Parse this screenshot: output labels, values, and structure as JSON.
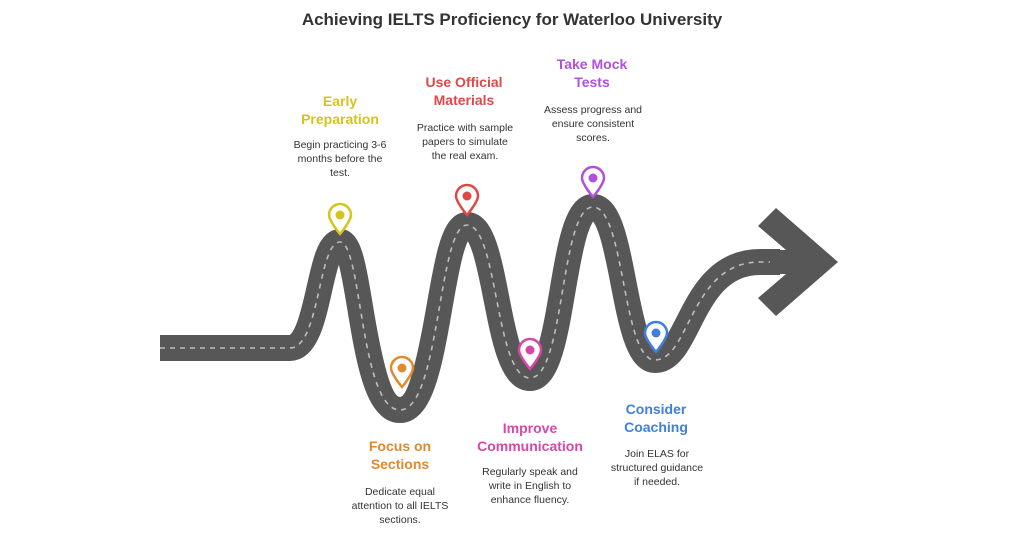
{
  "title": "Achieving IELTS Proficiency for Waterloo University",
  "steps": [
    {
      "title": [
        "Early",
        "Preparation"
      ],
      "desc": [
        "Begin practicing 3-6",
        "months before the",
        "test."
      ],
      "color": "#D4C41C"
    },
    {
      "title": [
        "Focus on",
        "Sections"
      ],
      "desc": [
        "Dedicate equal",
        "attention to all IELTS",
        "sections."
      ],
      "color": "#E08A2E"
    },
    {
      "title": [
        "Use Official",
        "Materials"
      ],
      "desc": [
        "Practice with sample",
        "papers to simulate",
        "the real exam."
      ],
      "color": "#E04848"
    },
    {
      "title": [
        "Improve",
        "Communication"
      ],
      "desc": [
        "Regularly speak and",
        "write in English to",
        "enhance fluency."
      ],
      "color": "#D946A8"
    },
    {
      "title": [
        "Take Mock",
        "Tests"
      ],
      "desc": [
        "Assess progress and",
        "ensure consistent",
        "scores."
      ],
      "color": "#B04FE0"
    },
    {
      "title": [
        "Consider",
        "Coaching"
      ],
      "desc": [
        "Join ELAS for",
        "structured guidance",
        "if needed."
      ],
      "color": "#3F7FE0"
    }
  ],
  "colors": {
    "road": "#575757",
    "dash": "#bdbdbd",
    "title": "#333333"
  }
}
